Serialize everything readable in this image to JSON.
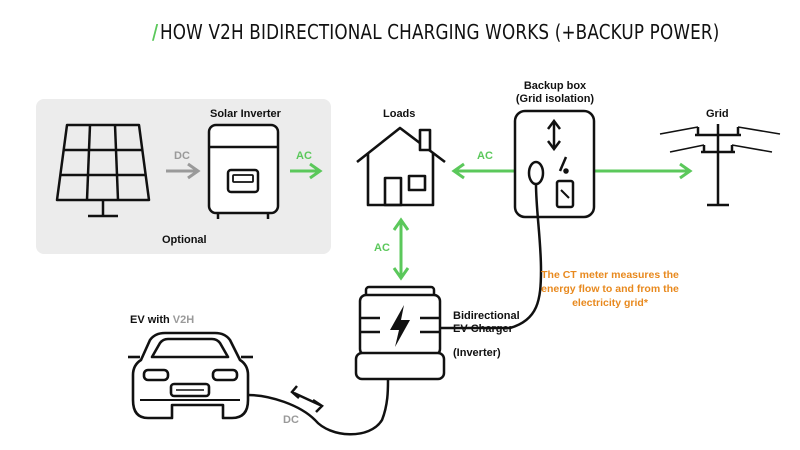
{
  "title": {
    "slash": "/",
    "text": "HOW V2H BIDIRECTIONAL CHARGING WORKS (+BACKUP POWER)"
  },
  "nodes": {
    "solar_inverter": "Solar Inverter",
    "optional": "Optional",
    "loads": "Loads",
    "backup_box_line1": "Backup box",
    "backup_box_line2": "(Grid isolation)",
    "grid": "Grid",
    "charger_line1": "Bidirectional",
    "charger_line2": "EV Charger",
    "inverter": "(Inverter)",
    "ev_prefix": "EV with ",
    "ev_v2h": "V2H"
  },
  "flows": {
    "dc_panel": "DC",
    "ac_inverter": "AC",
    "ac_loads_grid": "AC",
    "ac_charger": "AC",
    "dc_ev": "DC"
  },
  "note": "The CT meter measures the energy flow to and from the electricity grid*",
  "colors": {
    "accent_green": "#5bc85b",
    "note_orange": "#e8891e",
    "grey_arrow": "#9a9a9a",
    "optional_panel": "#ececec",
    "line": "#111111"
  }
}
